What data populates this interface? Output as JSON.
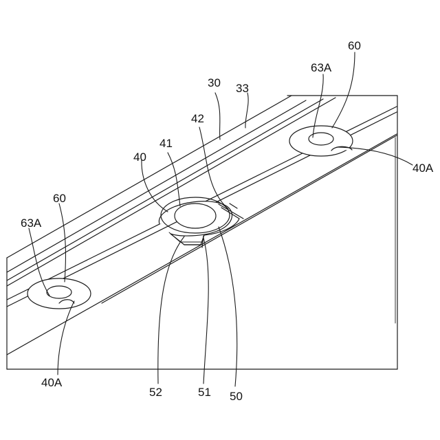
{
  "figure": {
    "labels": [
      {
        "id": "label-30",
        "text": "30"
      },
      {
        "id": "label-33",
        "text": "33"
      },
      {
        "id": "label-42",
        "text": "42"
      },
      {
        "id": "label-41",
        "text": "41"
      },
      {
        "id": "label-40",
        "text": "40"
      },
      {
        "id": "label-63a-right",
        "text": "63A"
      },
      {
        "id": "label-60-right",
        "text": "60"
      },
      {
        "id": "label-40a-right",
        "text": "40A"
      },
      {
        "id": "label-60-left",
        "text": "60"
      },
      {
        "id": "label-63a-left",
        "text": "63A"
      },
      {
        "id": "label-40a-left",
        "text": "40A"
      },
      {
        "id": "label-52",
        "text": "52"
      },
      {
        "id": "label-51",
        "text": "51"
      },
      {
        "id": "label-50",
        "text": "50"
      }
    ]
  },
  "colors": {
    "line": "#1a1a1a",
    "background": "#ffffff"
  }
}
